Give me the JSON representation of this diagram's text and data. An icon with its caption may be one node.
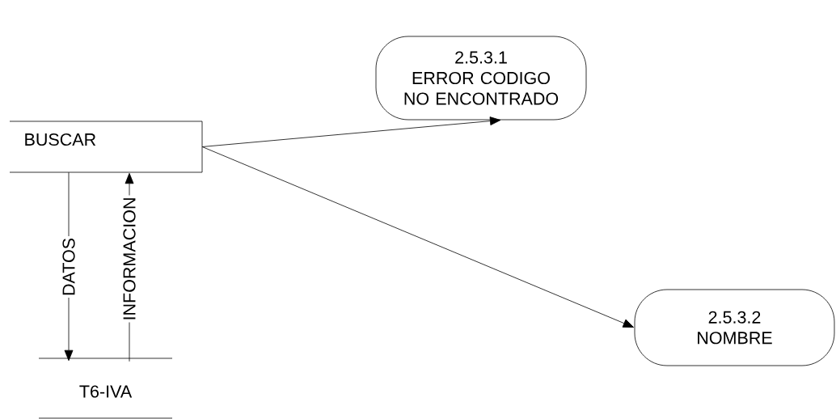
{
  "diagram": {
    "nodes": [
      {
        "text": [
          "BUSCAR"
        ]
      },
      {
        "text": [
          "2.5.3.1",
          "ERROR CODIGO NO ENCONTRADO"
        ]
      },
      {
        "text": [
          "2.5.3.2",
          "NOMBRE"
        ]
      },
      {
        "text": [
          "T6-IVA"
        ]
      }
    ],
    "edges": [
      {
        "from": 0,
        "to": 1,
        "arrow": "to"
      },
      {
        "from": 0,
        "to": 2,
        "arrow": "to"
      },
      {
        "from": 0,
        "to": 3,
        "arrow": "to",
        "label": "DATOS"
      },
      {
        "from": 3,
        "to": 0,
        "arrow": "to",
        "label": "INFORMACION"
      }
    ]
  }
}
